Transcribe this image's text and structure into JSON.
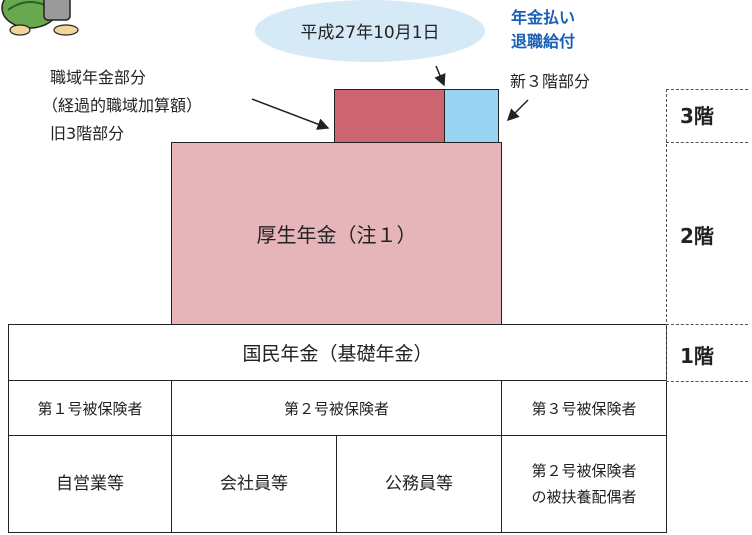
{
  "timeline": {
    "date_label": "平成27年10月1日"
  },
  "new_tier": {
    "label_line1": "年金払い",
    "label_line2": "退職給付",
    "sub_label": "新３階部分"
  },
  "old_tier": {
    "line1": "職域年金部分",
    "line2": "（経過的職域加算額）",
    "line3": "旧3階部分"
  },
  "blocks": {
    "kosei": "厚生年金（注１）",
    "kokumin": "国民年金（基礎年金）"
  },
  "levels": {
    "tier3": "3階",
    "tier2": "2階",
    "tier1": "1階"
  },
  "categories": {
    "headers": [
      "第１号被保険者",
      "第２号被保険者",
      "第３号被保険者"
    ],
    "members": {
      "self_employed": "自営業等",
      "company": "会社員等",
      "public": "公務員等",
      "dependent_line1": "第２号被保険者",
      "dependent_line2": "の被扶養配偶者"
    }
  },
  "colors": {
    "kosei_fill": "#e5b5b9",
    "shokuiki_fill": "#cc6570",
    "harai_fill": "#9bd3f2",
    "ellipse_fill": "#d6e9f7",
    "blue_text": "#1b5fb5"
  },
  "icons": {
    "mascot": "turtle-mascot-icon"
  }
}
